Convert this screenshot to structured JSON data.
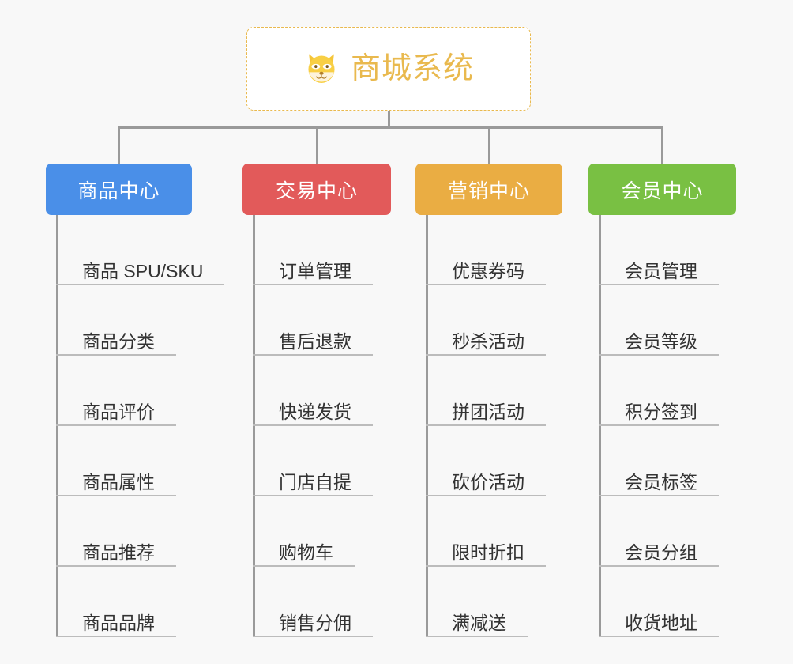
{
  "page": {
    "background_color": "#f8f8f8",
    "type": "mindmap"
  },
  "root": {
    "title": "商城系统",
    "icon": "shiba-dog-face-icon",
    "text_color": "#e9b94e",
    "border_color": "#e9b94e",
    "background_color": "#ffffff"
  },
  "connector": {
    "color": "#9a9a9a"
  },
  "branches": [
    {
      "label": "商品中心",
      "color": "#4a8fe8",
      "leaves": [
        {
          "label": "商品 SPU/SKU"
        },
        {
          "label": "商品分类"
        },
        {
          "label": "商品评价"
        },
        {
          "label": "商品属性"
        },
        {
          "label": "商品推荐"
        },
        {
          "label": "商品品牌"
        }
      ]
    },
    {
      "label": "交易中心",
      "color": "#e25a5a",
      "leaves": [
        {
          "label": "订单管理"
        },
        {
          "label": "售后退款"
        },
        {
          "label": "快递发货"
        },
        {
          "label": "门店自提"
        },
        {
          "label": "购物车"
        },
        {
          "label": "销售分佣"
        }
      ]
    },
    {
      "label": "营销中心",
      "color": "#eaad43",
      "leaves": [
        {
          "label": "优惠券码"
        },
        {
          "label": "秒杀活动"
        },
        {
          "label": "拼团活动"
        },
        {
          "label": "砍价活动"
        },
        {
          "label": "限时折扣"
        },
        {
          "label": "满减送"
        }
      ]
    },
    {
      "label": "会员中心",
      "color": "#79c043",
      "leaves": [
        {
          "label": "会员管理"
        },
        {
          "label": "会员等级"
        },
        {
          "label": "积分签到"
        },
        {
          "label": "会员标签"
        },
        {
          "label": "会员分组"
        },
        {
          "label": "收货地址"
        }
      ]
    }
  ]
}
